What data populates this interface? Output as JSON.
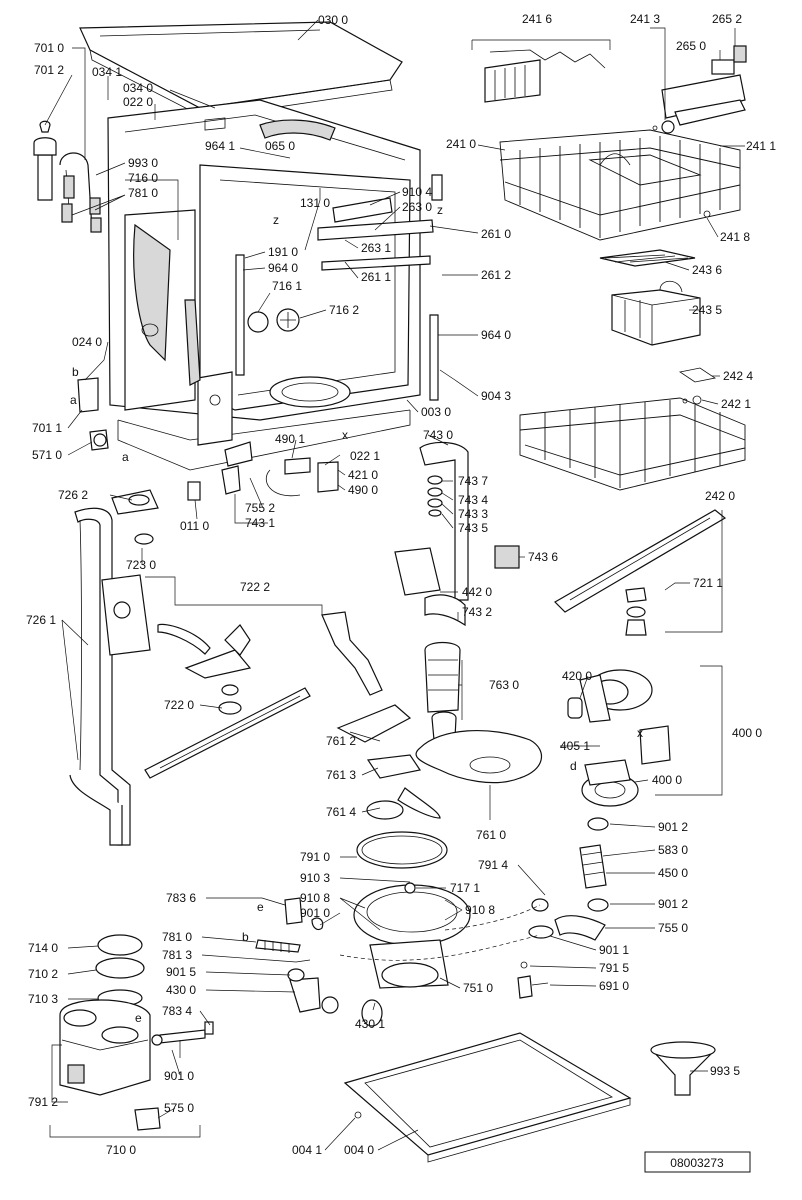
{
  "document_number": "08003273",
  "part_labels": {
    "p0300": "030 0",
    "p2416": "241 6",
    "p2413": "241 3",
    "p2652": "265 2",
    "p2650": "265 0",
    "p7010": "701 0",
    "p7012": "701 2",
    "p0341": "034 1",
    "p0340": "034 0",
    "p0220": "022 0",
    "p2410": "241 0",
    "p2411": "241 1",
    "p9641": "964 1",
    "p0650": "065 0",
    "p9930": "993 0",
    "p7160": "716 0",
    "p7810": "781 0",
    "p1310": "131 0",
    "p9104": "910 4",
    "p2630": "263 0",
    "p2418": "241 8",
    "p2610": "261 0",
    "p1910": "191 0",
    "p9640a": "964 0",
    "p2631": "263 1",
    "p2611": "261 1",
    "p2612": "261 2",
    "p2436": "243 6",
    "p7161": "716 1",
    "p7162": "716 2",
    "p2435": "243 5",
    "p0240": "024 0",
    "p9640b": "964 0",
    "p9043": "904 3",
    "p2424": "242 4",
    "p2421": "242 1",
    "p0030": "003 0",
    "p7011": "701 1",
    "p7430": "743 0",
    "p5710": "571 0",
    "p4901": "490 1",
    "p0221": "022 1",
    "p4210": "421 0",
    "p4900": "490 0",
    "p7437": "743 7",
    "p7262": "726 2",
    "p7552": "755 2",
    "p7434": "743 4",
    "p7433": "743 3",
    "p7435": "743 5",
    "p0110": "011 0",
    "p7431": "743 1",
    "p2420": "242 0",
    "p7230": "723 0",
    "p7436": "743 6",
    "p7222": "722 2",
    "p7211": "721 1",
    "p4420": "442 0",
    "p7432": "743 2",
    "p7261": "726 1",
    "p4200": "420 0",
    "p7630": "763 0",
    "p7220": "722 0",
    "p7612": "761 2",
    "p4051": "405 1",
    "p4000a": "400 0",
    "p7613": "761 3",
    "p4000b": "400 0",
    "p7614": "761 4",
    "p9012a": "901 2",
    "p7610": "761 0",
    "p5830": "583 0",
    "p7910": "791 0",
    "p7914": "791 4",
    "p4500": "450 0",
    "p9103": "910 3",
    "p7171": "717 1",
    "p7836": "783 6",
    "p9108a": "910 8",
    "p9108b": "910 8",
    "p9012b": "901 2",
    "p9010a": "901 0",
    "p7550": "755 0",
    "p7140": "714 0",
    "p7810b": "781 0",
    "p9011": "901 1",
    "p7813": "781 3",
    "p7915": "791 5",
    "p7102": "710 2",
    "p9015": "901 5",
    "p7510": "751 0",
    "p6910": "691 0",
    "p4300": "430 0",
    "p7103": "710 3",
    "p7834": "783 4",
    "p4301": "430 1",
    "p7912": "791 2",
    "p9010b": "901 0",
    "p9935": "993 5",
    "p5750": "575 0",
    "p0041": "004 1",
    "p0040": "004 0",
    "p7100": "710 0"
  },
  "letters": {
    "z1": "z",
    "z2": "z",
    "a1": "a",
    "b1": "b",
    "a2": "a",
    "x1": "x",
    "x2": "x",
    "d1": "d",
    "e1": "e",
    "e2": "e",
    "b2": "b"
  }
}
